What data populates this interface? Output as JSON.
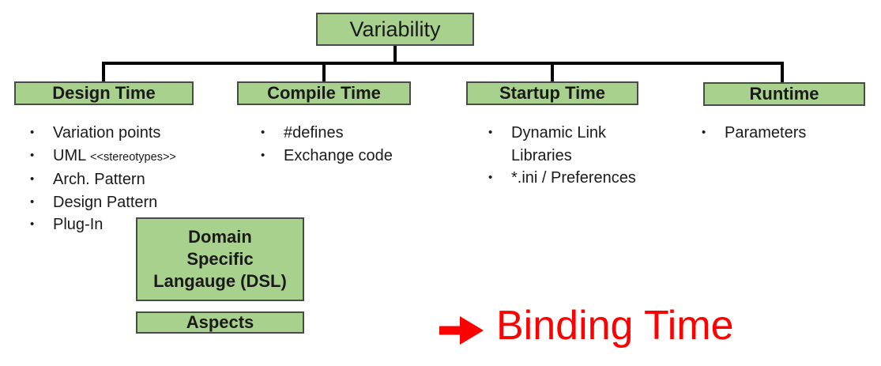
{
  "root": {
    "label": "Variability"
  },
  "bullet": "•",
  "branches": {
    "design": {
      "label": "Design Time",
      "items": [
        "Variation points",
        "UML",
        "Arch. Pattern",
        "Design Pattern",
        "Plug-In"
      ],
      "uml_suffix": "<<stereotypes>>"
    },
    "compile": {
      "label": "Compile Time",
      "items": [
        "#defines",
        "Exchange code"
      ]
    },
    "startup": {
      "label": "Startup Time",
      "items": [
        "Dynamic Link Libraries",
        "*.ini / Preferences"
      ]
    },
    "runtime": {
      "label": "Runtime",
      "items": [
        "Parameters"
      ]
    }
  },
  "dsl_box": {
    "line1": "Domain",
    "line2": "Specific",
    "line3": "Langauge (DSL)"
  },
  "aspects_box": {
    "label": "Aspects"
  },
  "annotation": {
    "label": "Binding Time"
  },
  "colors": {
    "node_fill": "#a9d18e",
    "node_border": "#4a4a4a",
    "connector": "#000000",
    "annotation_red": "#ff0000",
    "background": "#ffffff"
  }
}
